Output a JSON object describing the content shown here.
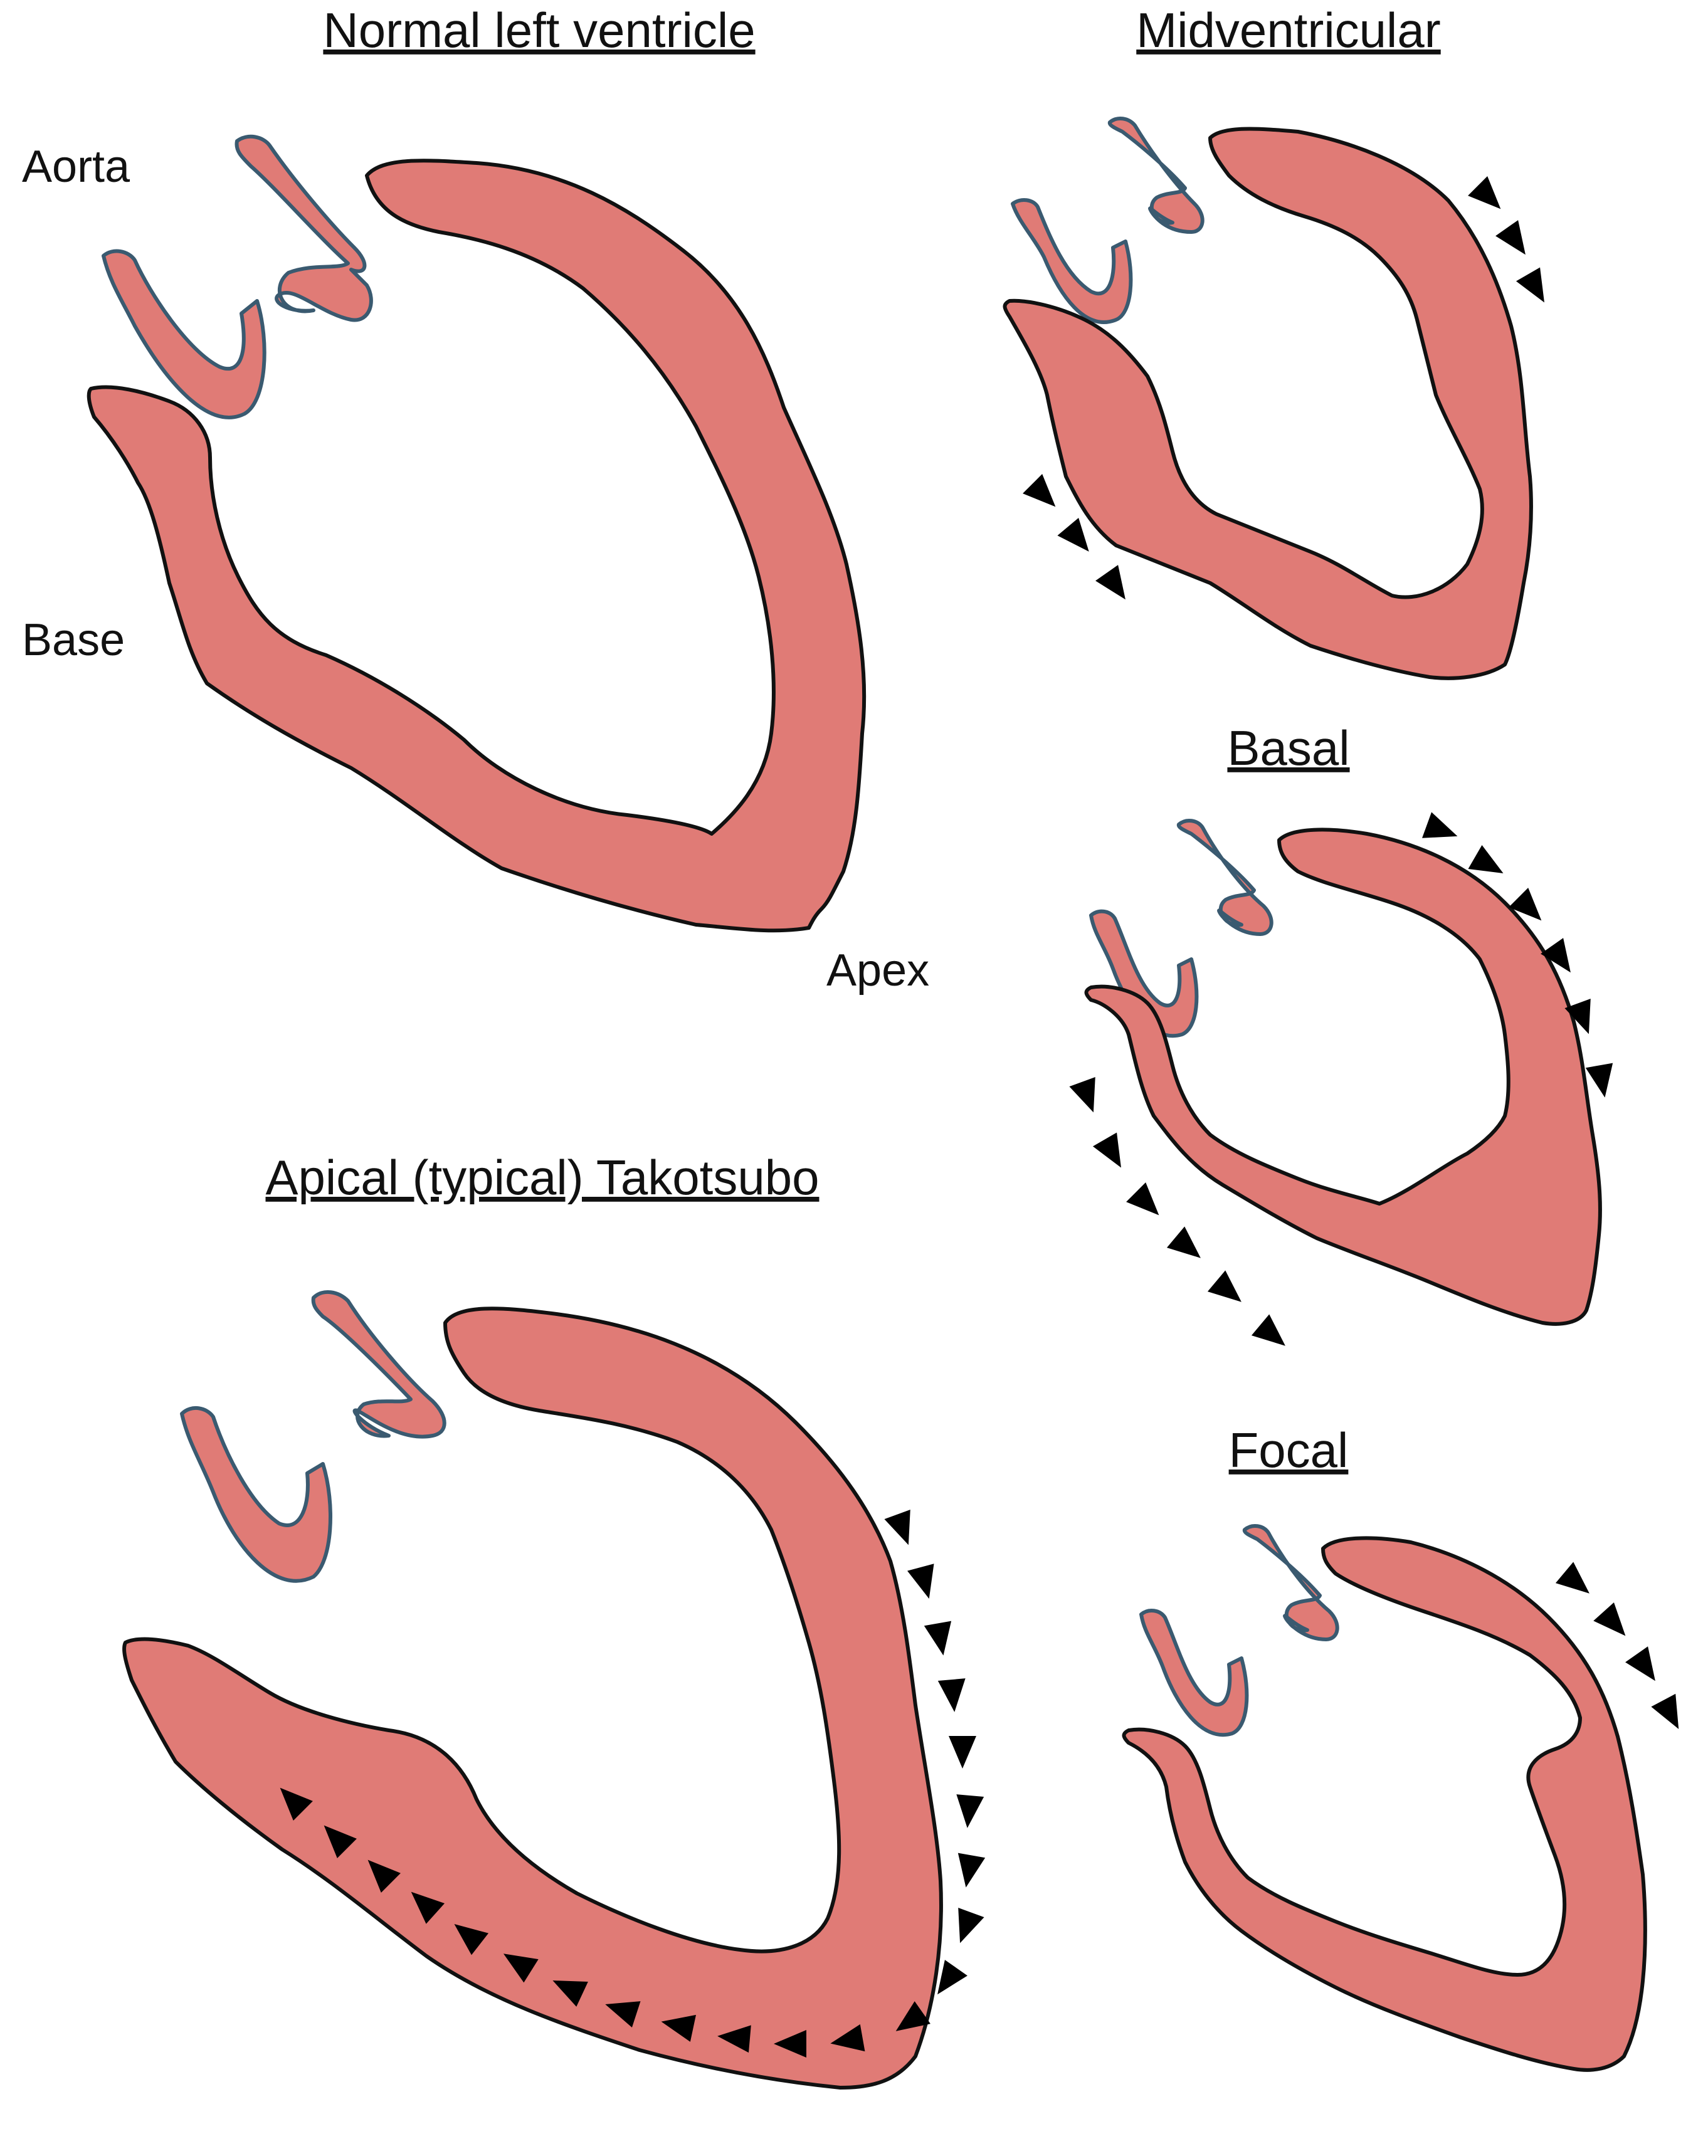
{
  "labels": {
    "normal_title": "Normal left ventricle",
    "aorta": "Aorta",
    "base": "Base",
    "apex": "Apex",
    "apical_title": "Apical (typical) Takotsubo",
    "mid_title": "Midventricular",
    "basal_title": "Basal",
    "focal_title": "Focal"
  },
  "colors": {
    "myocardium": "#e07b76",
    "outline": "#111111",
    "valve_outline": "#3a5a70",
    "marker": "#000000"
  },
  "icons": {
    "marker": "black-triangle-arrowhead"
  }
}
